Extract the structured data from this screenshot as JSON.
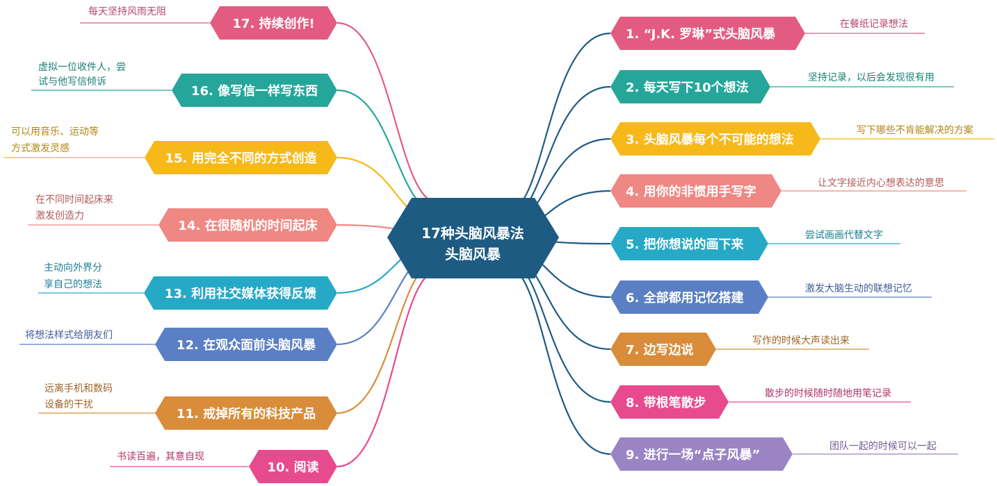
{
  "central": {
    "line1": "17种头脑风暴法",
    "line2": "头脑风暴",
    "color": "#1d5b82"
  },
  "right_branches": [
    {
      "label": "1. “J.K. 罗琳”式头脑风暴",
      "note": [
        "在餐纸记录想法"
      ],
      "color": "#e45b82",
      "note_color": "#b8476a",
      "line_color": "#1d5b82"
    },
    {
      "label": "2. 每天写下10个想法",
      "note": [
        "坚持记录，以后会发现很有用"
      ],
      "color": "#26a69a",
      "note_color": "#1b7f75",
      "line_color": "#1d5b82"
    },
    {
      "label": "3. 头脑风暴每个不可能的想法",
      "note": [
        "写下哪些不肯能解决的方案"
      ],
      "color": "#f7b81a",
      "note_color": "#b08612",
      "line_color": "#1d5b82"
    },
    {
      "label": "4. 用你的非惯用手写字",
      "note": [
        "让文字接近内心想表达的意思"
      ],
      "color": "#ef8783",
      "note_color": "#b05a57",
      "line_color": "#1d5b82"
    },
    {
      "label": "5. 把你想说的画下来",
      "note": [
        "尝试画画代替文字"
      ],
      "color": "#26a9c7",
      "note_color": "#1b7d93",
      "line_color": "#1d5b82"
    },
    {
      "label": "6. 全部都用记忆搭建",
      "note": [
        "激发大脑生动的联想记忆"
      ],
      "color": "#5b7fc5",
      "note_color": "#3f5e98",
      "line_color": "#1d5b82"
    },
    {
      "label": "7. 边写边说",
      "note": [
        "写作的时候大声读出来"
      ],
      "color": "#d98c3a",
      "note_color": "#9d6428",
      "line_color": "#1d5b82"
    },
    {
      "label": "8. 带根笔散步",
      "note": [
        "散步的时候随时随地用笔记录"
      ],
      "color": "#e84a8e",
      "note_color": "#b03568",
      "line_color": "#1d5b82"
    },
    {
      "label": "9. 进行一场“点子风暴”",
      "note": [
        "团队一起的时候可以一起"
      ],
      "color": "#9b84c4",
      "note_color": "#6f5e92",
      "line_color": "#1d5b82"
    }
  ],
  "left_branches": [
    {
      "label": "17. 持续创作!",
      "note": [
        "每天坚持风雨无阻"
      ],
      "color": "#e45b82",
      "note_color": "#b8476a",
      "line_color": "#e45b82"
    },
    {
      "label": "16. 像写信一样写东西",
      "note": [
        "虚拟一位收件人，尝",
        "试与他写信倾诉"
      ],
      "color": "#26a69a",
      "note_color": "#1b7f75",
      "line_color": "#26a69a"
    },
    {
      "label": "15. 用完全不同的方式创造",
      "note": [
        "可以用音乐、运动等",
        "方式激发灵感"
      ],
      "color": "#f7b81a",
      "note_color": "#b08612",
      "line_color": "#f7b81a"
    },
    {
      "label": "14. 在很随机的时间起床",
      "note": [
        "在不同时间起床来",
        "激发创造力"
      ],
      "color": "#ef8783",
      "note_color": "#b05a57",
      "line_color": "#ef8783"
    },
    {
      "label": "13. 利用社交媒体获得反馈",
      "note": [
        "主动向外界分",
        "享自己的想法"
      ],
      "color": "#26a9c7",
      "note_color": "#1b7d93",
      "line_color": "#26a9c7"
    },
    {
      "label": "12. 在观众面前头脑风暴",
      "note": [
        "将想法样式给朋友们"
      ],
      "color": "#5b7fc5",
      "note_color": "#3f5e98",
      "line_color": "#5b7fc5"
    },
    {
      "label": "11. 戒掉所有的科技产品",
      "note": [
        "远离手机和数码",
        "设备的干扰"
      ],
      "color": "#d98c3a",
      "note_color": "#9d6428",
      "line_color": "#d98c3a"
    },
    {
      "label": "10. 阅读",
      "note": [
        "书读百遍，其意自现"
      ],
      "color": "#e84a8e",
      "note_color": "#b03568",
      "line_color": "#e84a8e"
    }
  ]
}
